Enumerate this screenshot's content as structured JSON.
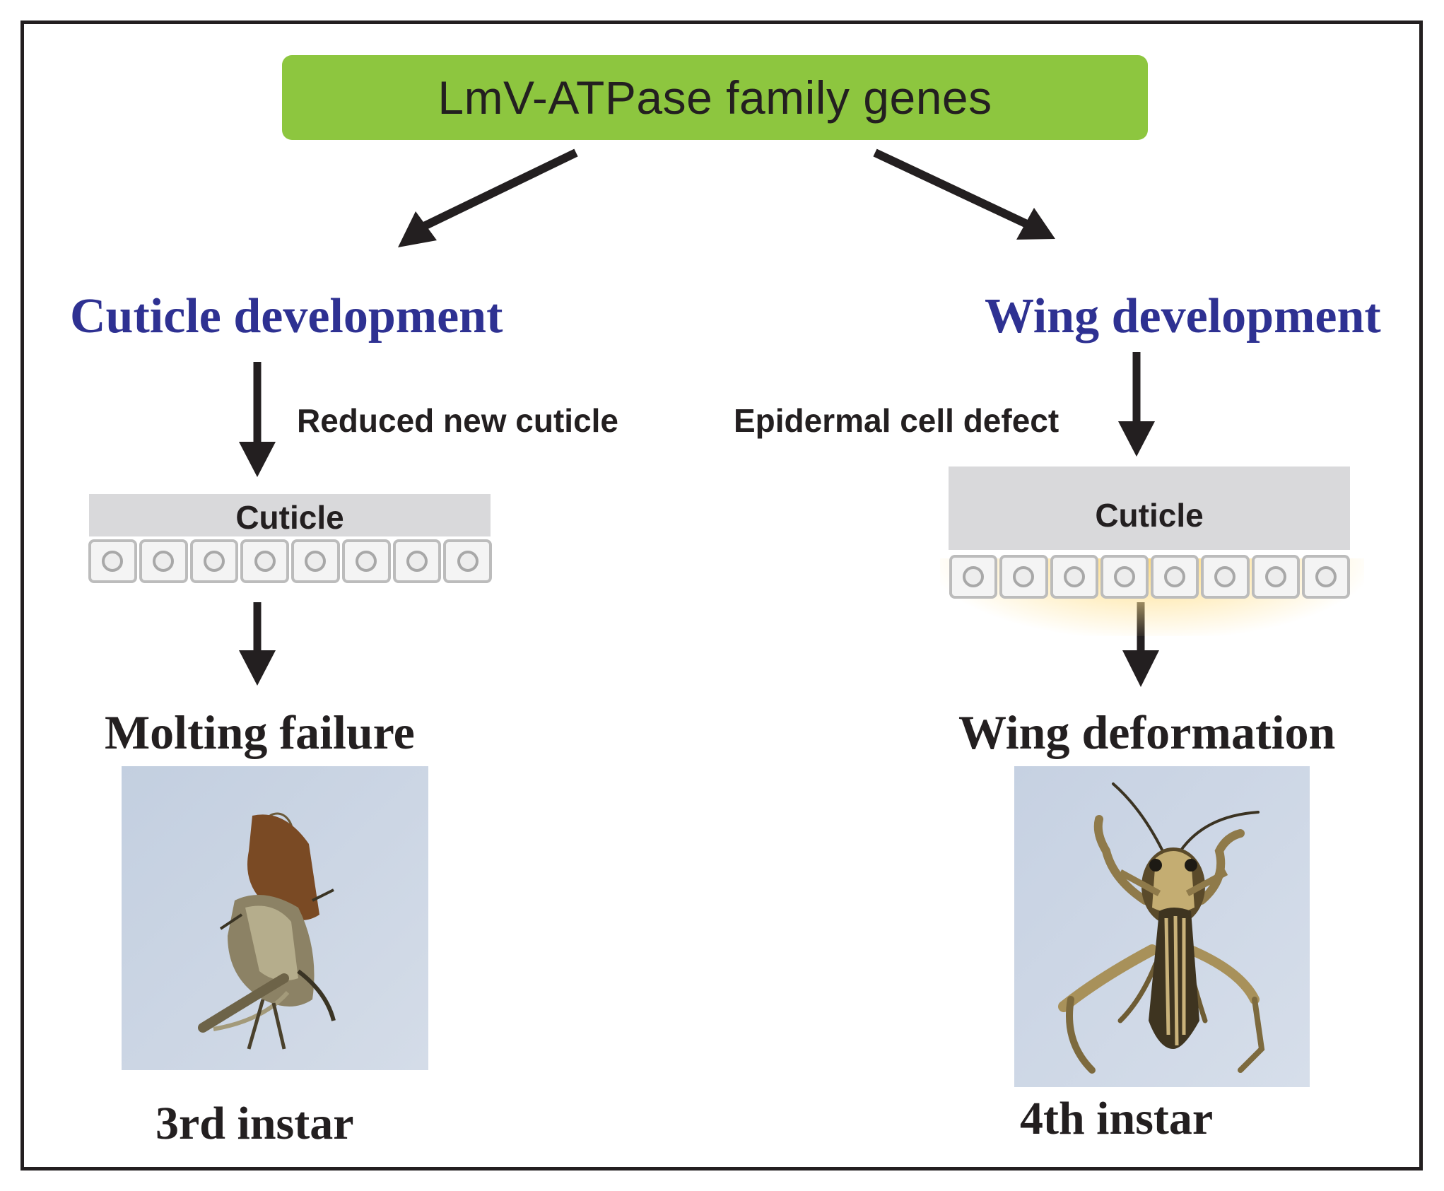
{
  "header": {
    "title": "LmV-ATPase family genes",
    "color": "#8dc63f"
  },
  "left": {
    "heading": "Cuticle development",
    "step_label": "Reduced new cuticle",
    "layer_label": "Cuticle",
    "outcome": "Molting failure",
    "stage": "3rd instar",
    "cell_count": 8
  },
  "right": {
    "heading": "Wing development",
    "step_label": "Epidermal cell defect",
    "layer_label": "Cuticle",
    "outcome": "Wing deformation",
    "stage": "4th instar",
    "cell_count": 8
  },
  "colors": {
    "heading_blue": "#2e3192",
    "text_dark": "#231f20",
    "cuticle_gray": "#d9d9db",
    "photo_background": "#c9d4e4"
  },
  "icons": {
    "arrows": "arrow-icon",
    "left_photo": "molted-grasshopper-photo",
    "right_photo": "grasshopper-photo"
  }
}
